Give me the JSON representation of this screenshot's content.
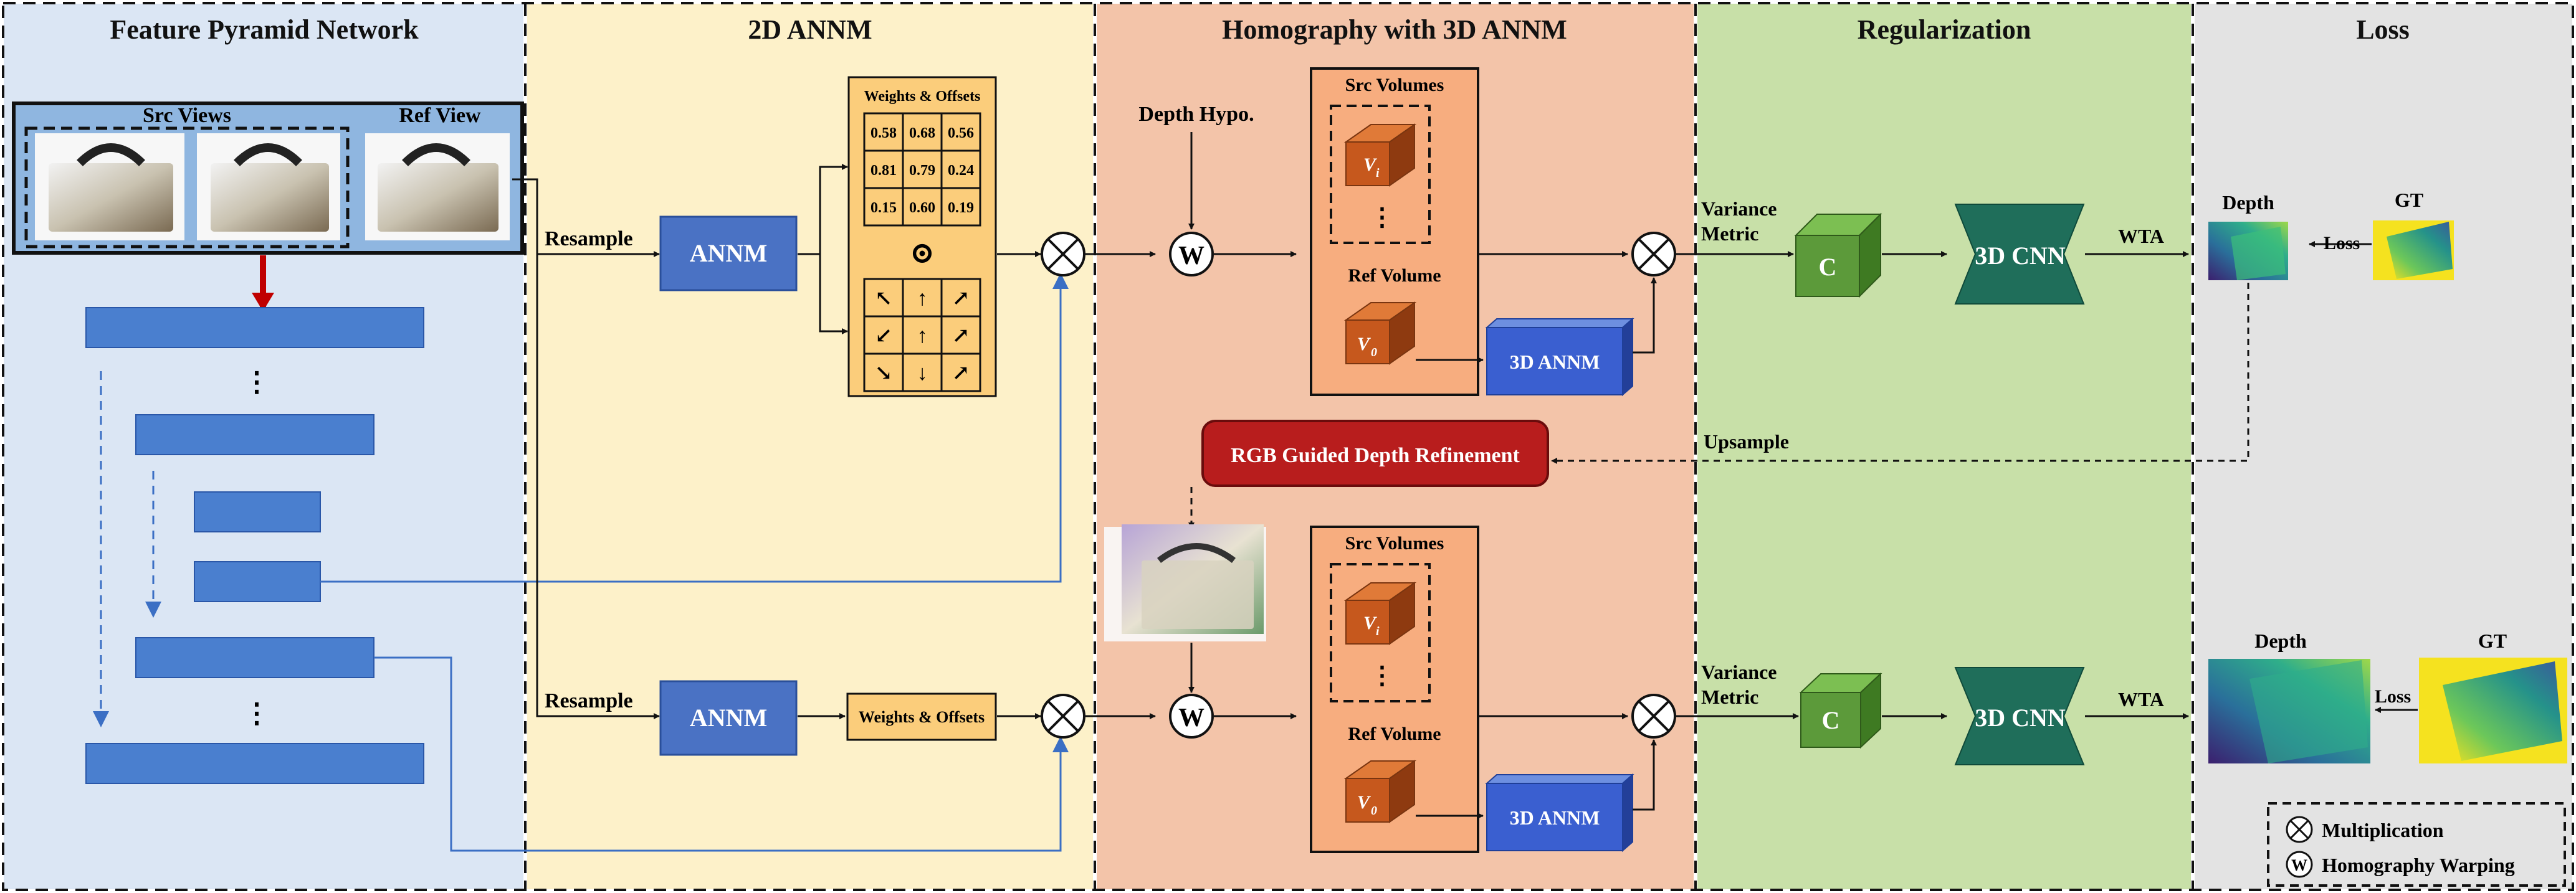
{
  "sections": [
    {
      "title": "Feature Pyramid Network",
      "color": "#dbe6f4"
    },
    {
      "title": "2D ANNM",
      "color": "#fdf1c9"
    },
    {
      "title": "Homography with 3D ANNM",
      "color": "#f3c4a9"
    },
    {
      "title": "Regularization",
      "color": "#c8e0a8"
    },
    {
      "title": "Loss",
      "color": "#e3e3e3"
    }
  ],
  "fpn": {
    "src_views": "Src Views",
    "ref_view": "Ref View",
    "dots": "⋮"
  },
  "annm": {
    "resample": "Resample",
    "annm": "ANNM",
    "weights_offsets": "Weights & Offsets",
    "weights_grid": [
      [
        "0.58",
        "0.68",
        "0.56"
      ],
      [
        "0.81",
        "0.79",
        "0.24"
      ],
      [
        "0.15",
        "0.60",
        "0.19"
      ]
    ],
    "odot": "⊙",
    "offset_arrows": [
      "↖",
      "↑",
      "↗",
      "↙",
      "↑",
      "↗",
      "↘",
      "↓",
      "↗"
    ]
  },
  "homography": {
    "depth_hypo": "Depth Hypo.",
    "w": "W",
    "src_volumes": "Src Volumes",
    "ref_volume": "Ref Volume",
    "v_i": "V",
    "v_i_sub": "i",
    "v_0": "V",
    "v_0_sub": "0",
    "annm3d": "3D ANNM",
    "refinement": "RGB Guided Depth Refinement",
    "dots": "⋮"
  },
  "regularization": {
    "variance": "Variance",
    "metric": "Metric",
    "c": "C",
    "cnn": "3D CNN",
    "wta": "WTA",
    "upsample": "Upsample"
  },
  "loss": {
    "depth": "Depth",
    "gt": "GT",
    "loss": "Loss",
    "legend_mult": "Multiplication",
    "legend_warp": "Homography Warping"
  },
  "colors": {
    "blue_box": "#4a72c4",
    "fpn_bar": "#4a7fcf",
    "orange_cube": "#c6581d",
    "green_cube": "#5c9a3a",
    "cnn": "#1f6e5a",
    "red_box": "#b81d1d",
    "weights_box": "#fbcd7b"
  }
}
